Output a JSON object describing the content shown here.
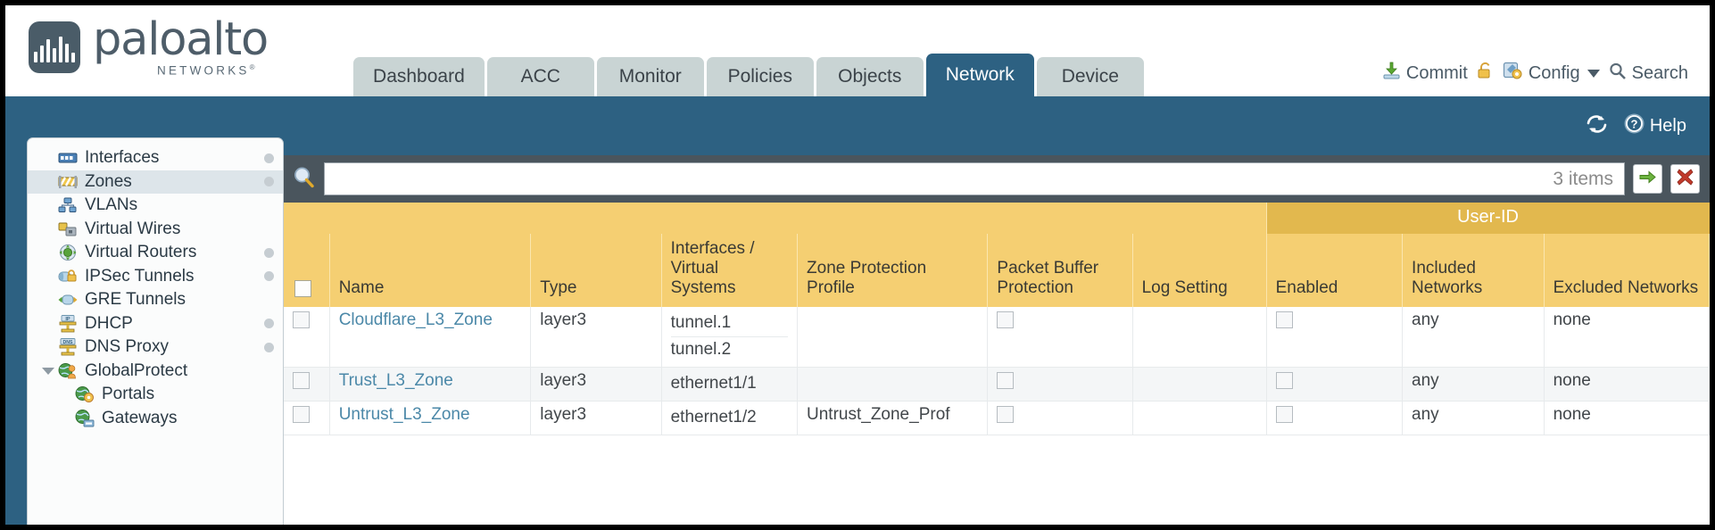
{
  "brand": {
    "name": "paloalto",
    "tagline": "NETWORKS",
    "logo_icon": "paloalto-logo-icon"
  },
  "header": {
    "tabs": [
      {
        "label": "Dashboard",
        "active": false
      },
      {
        "label": "ACC",
        "active": false
      },
      {
        "label": "Monitor",
        "active": false
      },
      {
        "label": "Policies",
        "active": false
      },
      {
        "label": "Objects",
        "active": false
      },
      {
        "label": "Network",
        "active": true
      },
      {
        "label": "Device",
        "active": false
      }
    ],
    "actions": {
      "commit_label": "Commit",
      "commit_icon": "commit-download-icon",
      "lock_icon": "padlock-icon",
      "config_label": "Config",
      "config_icon": "config-wrench-icon",
      "config_caret": "chevron-down-icon",
      "search_label": "Search",
      "search_icon": "magnifier-icon"
    },
    "accent_active_tab": "#2d6182",
    "tab_inactive_bg": "#c9d4d4"
  },
  "toolbar": {
    "refresh_icon": "refresh-icon",
    "help_label": "Help",
    "help_icon": "question-circle-icon"
  },
  "sidebar": {
    "items": [
      {
        "label": "Interfaces",
        "icon": "interfaces-icon",
        "selected": false,
        "dot": true,
        "expandable": false,
        "child": false
      },
      {
        "label": "Zones",
        "icon": "zones-icon",
        "selected": true,
        "dot": true,
        "expandable": false,
        "child": false
      },
      {
        "label": "VLANs",
        "icon": "vlans-icon",
        "selected": false,
        "dot": false,
        "expandable": false,
        "child": false
      },
      {
        "label": "Virtual Wires",
        "icon": "virtual-wires-icon",
        "selected": false,
        "dot": false,
        "expandable": false,
        "child": false
      },
      {
        "label": "Virtual Routers",
        "icon": "virtual-routers-icon",
        "selected": false,
        "dot": true,
        "expandable": false,
        "child": false
      },
      {
        "label": "IPSec Tunnels",
        "icon": "ipsec-tunnels-icon",
        "selected": false,
        "dot": true,
        "expandable": false,
        "child": false
      },
      {
        "label": "GRE Tunnels",
        "icon": "gre-tunnels-icon",
        "selected": false,
        "dot": false,
        "expandable": false,
        "child": false
      },
      {
        "label": "DHCP",
        "icon": "dhcp-icon",
        "selected": false,
        "dot": true,
        "expandable": false,
        "child": false
      },
      {
        "label": "DNS Proxy",
        "icon": "dns-proxy-icon",
        "selected": false,
        "dot": true,
        "expandable": false,
        "child": false
      },
      {
        "label": "GlobalProtect",
        "icon": "globalprotect-icon",
        "selected": false,
        "dot": false,
        "expandable": true,
        "child": false
      },
      {
        "label": "Portals",
        "icon": "portals-icon",
        "selected": false,
        "dot": false,
        "expandable": false,
        "child": true
      },
      {
        "label": "Gateways",
        "icon": "gateways-icon",
        "selected": false,
        "dot": false,
        "expandable": false,
        "child": true
      }
    ]
  },
  "filterbar": {
    "search_icon": "magnifier-icon",
    "search_value": "",
    "search_placeholder": "",
    "item_count": "3 items",
    "apply_icon": "green-arrow-apply-icon",
    "clear_icon": "red-x-clear-icon"
  },
  "table": {
    "group_header": {
      "label": "User-ID",
      "spans": 3
    },
    "columns": [
      {
        "key": "checkbox",
        "label": ""
      },
      {
        "key": "name",
        "label": "Name"
      },
      {
        "key": "type",
        "label": "Type"
      },
      {
        "key": "interfaces",
        "label": "Interfaces / Virtual Systems"
      },
      {
        "key": "zone_protection",
        "label": "Zone Protection Profile"
      },
      {
        "key": "packet_buffer",
        "label": "Packet Buffer Protection"
      },
      {
        "key": "log_setting",
        "label": "Log Setting"
      },
      {
        "key": "userid_enabled",
        "label": "Enabled"
      },
      {
        "key": "included_networks",
        "label": "Included Networks"
      },
      {
        "key": "excluded_networks",
        "label": "Excluded Networks"
      }
    ],
    "rows": [
      {
        "selected": false,
        "name": "Cloudflare_L3_Zone",
        "type": "layer3",
        "interfaces": [
          "tunnel.1",
          "tunnel.2"
        ],
        "zone_protection": "",
        "packet_buffer_checked": false,
        "log_setting": "",
        "userid_enabled_checked": false,
        "included_networks": "any",
        "excluded_networks": "none"
      },
      {
        "selected": false,
        "name": "Trust_L3_Zone",
        "type": "layer3",
        "interfaces": [
          "ethernet1/1"
        ],
        "zone_protection": "",
        "packet_buffer_checked": false,
        "log_setting": "",
        "userid_enabled_checked": false,
        "included_networks": "any",
        "excluded_networks": "none"
      },
      {
        "selected": false,
        "name": "Untrust_L3_Zone",
        "type": "layer3",
        "interfaces": [
          "ethernet1/2"
        ],
        "zone_protection": "Untrust_Zone_Prof",
        "packet_buffer_checked": false,
        "log_setting": "",
        "userid_enabled_checked": false,
        "included_networks": "any",
        "excluded_networks": "none"
      }
    ],
    "colors": {
      "header_bg": "#f5cf72",
      "group_header_bg": "#e2b84e",
      "link": "#4b88a8"
    }
  }
}
